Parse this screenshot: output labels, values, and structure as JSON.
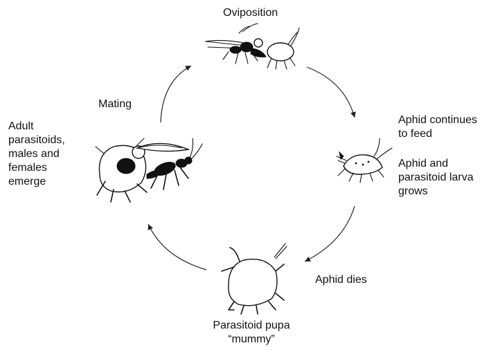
{
  "stages": {
    "oviposition": "Oviposition",
    "aphid_feeds": [
      "Aphid continues",
      "to feed"
    ],
    "larva_grows": [
      "Aphid and",
      "parasitoid larva",
      "grows"
    ],
    "aphid_dies": "Aphid dies",
    "mummy": [
      "Parasitoid pupa",
      "“mummy”"
    ],
    "emerge": [
      "Adult",
      "parasitoids,",
      "males and",
      "females",
      "emerge"
    ],
    "mating": "Mating"
  }
}
